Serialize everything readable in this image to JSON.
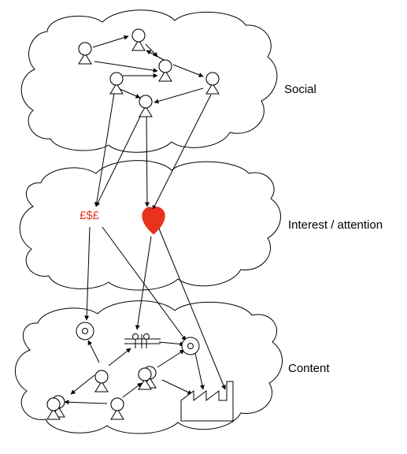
{
  "layers": {
    "social": {
      "label": "Social"
    },
    "interest": {
      "label": "Interest / attention"
    },
    "content": {
      "label": "Content"
    }
  },
  "money_symbol": "£$£",
  "colors": {
    "stroke": "#000000",
    "cloud_fill": "#ffffff",
    "accent": "#e8321e"
  },
  "icons": {
    "social_nodes": "person-icon",
    "interest_money": "money-symbol",
    "interest_heart": "heart-icon",
    "content_items": [
      "target-icon",
      "filter-icon",
      "person-icon",
      "factory-icon"
    ]
  }
}
